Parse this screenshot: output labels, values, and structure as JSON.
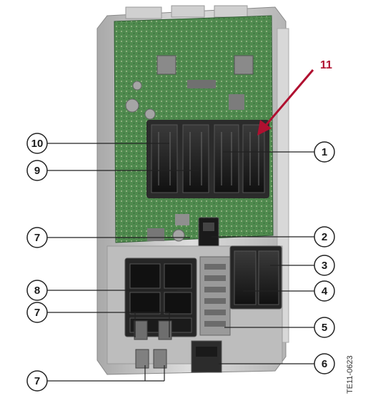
{
  "figure_id": "TE11-0623",
  "pointer_label": "11",
  "callouts": {
    "c1": "1",
    "c2": "2",
    "c3": "3",
    "c4": "4",
    "c5": "5",
    "c6": "6",
    "c7a": "7",
    "c7b": "7",
    "c7c": "7",
    "c8": "8",
    "c9": "9",
    "c10": "10"
  },
  "colors": {
    "pcb_green": "#4f8a4e",
    "housing_grey": "#c8c8c8",
    "connector_black": "#1c1c1c",
    "pointer_red": "#b01030"
  }
}
